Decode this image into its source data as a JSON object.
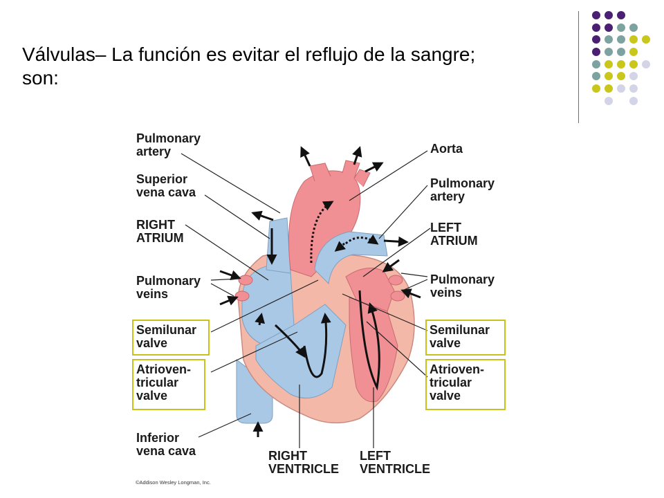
{
  "slide": {
    "title_line1": "Válvulas– La función es evitar el reflujo  de la sangre;",
    "title_line2": "son:"
  },
  "diagram": {
    "left_labels": {
      "pulmonary_artery": [
        "Pulmonary",
        "artery"
      ],
      "superior_vena_cava": [
        "Superior",
        "vena cava"
      ],
      "right_atrium": [
        "RIGHT",
        "ATRIUM"
      ],
      "pulmonary_veins": [
        "Pulmonary",
        "veins"
      ],
      "semilunar_valve": [
        "Semilunar",
        "valve"
      ],
      "av_valve": [
        "Atrioven-",
        "tricular",
        "valve"
      ],
      "inferior_vena_cava": [
        "Inferior",
        "vena cava"
      ]
    },
    "right_labels": {
      "aorta": "Aorta",
      "pulmonary_artery": [
        "Pulmonary",
        "artery"
      ],
      "left_atrium": [
        "LEFT",
        "ATRIUM"
      ],
      "pulmonary_veins": [
        "Pulmonary",
        "veins"
      ],
      "semilunar_valve": [
        "Semilunar",
        "valve"
      ],
      "av_valve": [
        "Atrioven-",
        "tricular",
        "valve"
      ]
    },
    "bottom_labels": {
      "right_ventricle": [
        "RIGHT",
        "VENTRICLE"
      ],
      "left_ventricle": [
        "LEFT",
        "VENTRICLE"
      ]
    },
    "credit": "©Addison Wesley Longman, Inc."
  },
  "colors": {
    "purple": "#4b2072",
    "teal": "#7da3a1",
    "yellow": "#c9c71c",
    "lavender": "#d4d4e8",
    "oxygen_poor": "#a9c8e6",
    "oxygen_rich": "#f08f94",
    "muscle": "#f4b8a8",
    "highlight_box": "#c8c21e"
  }
}
